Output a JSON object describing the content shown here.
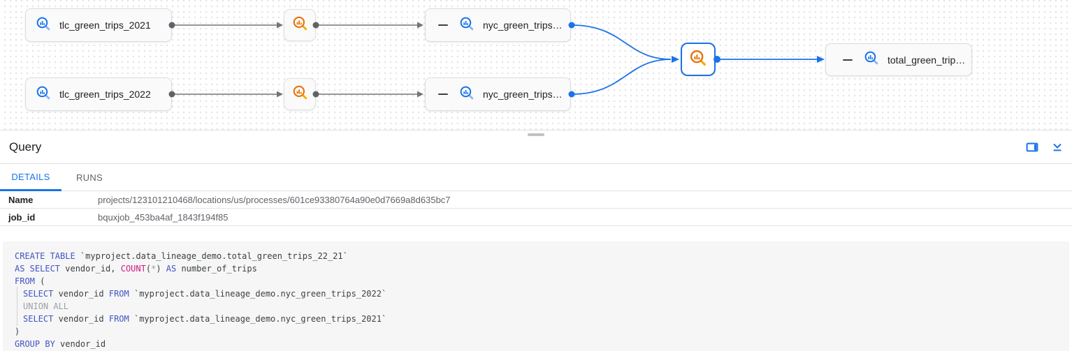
{
  "graph": {
    "nodes": [
      {
        "id": "tlc-2021",
        "type": "table",
        "label": "tlc_green_trips_2021"
      },
      {
        "id": "tlc-2022",
        "type": "table",
        "label": "tlc_green_trips_2022"
      },
      {
        "id": "nyc-top",
        "type": "table",
        "label": "nyc_green_trips…"
      },
      {
        "id": "nyc-bottom",
        "type": "table",
        "label": "nyc_green_trips…"
      },
      {
        "id": "total",
        "type": "table",
        "label": "total_green_trip…"
      }
    ],
    "process_nodes": [
      {
        "id": "process-top"
      },
      {
        "id": "process-bottom"
      },
      {
        "id": "process-selected",
        "selected": true
      }
    ],
    "colors": {
      "edge_gray": "#757575",
      "edge_blue": "#1a73e8",
      "table_icon_blue": "#1a73e8",
      "table_icon_blue_light": "#8ab4f8",
      "process_icon_orange": "#e8710a",
      "process_icon_orange_light": "#f9ab00",
      "selected_border": "#1a73e8"
    }
  },
  "panel": {
    "title": "Query",
    "icons": [
      "side-panel-icon",
      "collapse-panel-icon"
    ],
    "tabs": [
      {
        "label": "DETAILS",
        "active": true
      },
      {
        "label": "RUNS",
        "active": false
      }
    ],
    "details": [
      {
        "label": "Name",
        "value": "projects/123101210468/locations/us/processes/601ce93380764a90e0d7669a8d635bc7"
      },
      {
        "label": "job_id",
        "value": "bquxjob_453ba4af_1843f194f85"
      }
    ]
  },
  "sql": {
    "lines": [
      {
        "indent": false,
        "tokens": [
          {
            "c": "kw",
            "v": "CREATE TABLE"
          },
          {
            "c": "pl",
            "v": " `myproject.data_lineage_demo.total_green_trips_22_21`"
          }
        ]
      },
      {
        "indent": false,
        "tokens": [
          {
            "c": "kw",
            "v": "AS SELECT"
          },
          {
            "c": "pl",
            "v": " vendor_id, "
          },
          {
            "c": "fn",
            "v": "COUNT"
          },
          {
            "c": "pl",
            "v": "("
          },
          {
            "c": "gr",
            "v": "*"
          },
          {
            "c": "pl",
            "v": ") "
          },
          {
            "c": "kw",
            "v": "AS"
          },
          {
            "c": "pl",
            "v": " number_of_trips"
          }
        ]
      },
      {
        "indent": false,
        "tokens": [
          {
            "c": "kw",
            "v": "FROM"
          },
          {
            "c": "pl",
            "v": " ("
          }
        ]
      },
      {
        "indent": true,
        "tokens": [
          {
            "c": "kw",
            "v": "SELECT"
          },
          {
            "c": "pl",
            "v": " vendor_id "
          },
          {
            "c": "kw",
            "v": "FROM"
          },
          {
            "c": "pl",
            "v": " `myproject.data_lineage_demo.nyc_green_trips_2022`"
          }
        ]
      },
      {
        "indent": true,
        "tokens": [
          {
            "c": "gr",
            "v": "UNION ALL"
          }
        ]
      },
      {
        "indent": true,
        "tokens": [
          {
            "c": "kw",
            "v": "SELECT"
          },
          {
            "c": "pl",
            "v": " vendor_id "
          },
          {
            "c": "kw",
            "v": "FROM"
          },
          {
            "c": "pl",
            "v": " `myproject.data_lineage_demo.nyc_green_trips_2021`"
          }
        ]
      },
      {
        "indent": false,
        "tokens": [
          {
            "c": "pl",
            "v": ")"
          }
        ]
      },
      {
        "indent": false,
        "tokens": [
          {
            "c": "kw",
            "v": "GROUP BY"
          },
          {
            "c": "pl",
            "v": " vendor_id"
          }
        ]
      }
    ]
  }
}
